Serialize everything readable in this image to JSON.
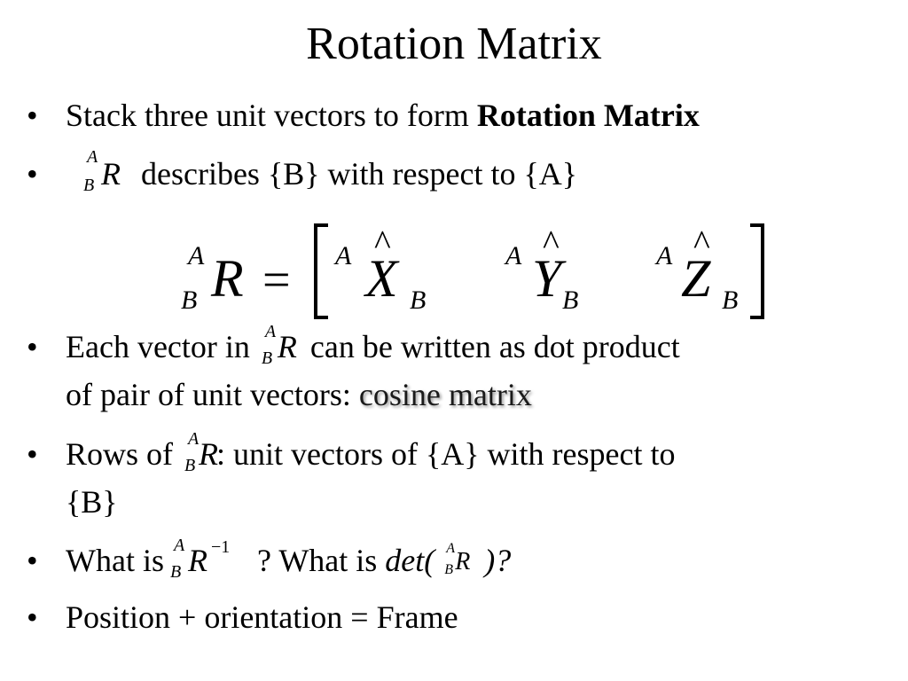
{
  "slide": {
    "title": "Rotation Matrix"
  },
  "bullets": {
    "marker": "•",
    "b1": {
      "text": "Stack three unit vectors to form ",
      "bold": "Rotation Matrix"
    },
    "b2": {
      "pre_sup": "A",
      "pre_sub": "B",
      "symbol": "R",
      "text": " describes {B} with respect to {A}"
    },
    "b3": {
      "line1_a": "Each vector in ",
      "pre_sup": "A",
      "pre_sub": "B",
      "symbol": "R",
      "line1_b": " can be written as dot product",
      "line2": "of pair of unit vectors: ",
      "highlight": "cosine matrix"
    },
    "b4": {
      "line1_a": "Rows of ",
      "pre_sup": "A",
      "pre_sub": "B",
      "symbol": "R",
      "line1_b": ": unit vectors of {A} with respect to",
      "line2": "{B}"
    },
    "b5": {
      "text_a": "What is ",
      "pre_sup": "A",
      "pre_sub": "B",
      "symbol": "R",
      "superscript": "−1",
      "text_b": "? What is ",
      "italic_a": "det( ",
      "pre_sup2": "A",
      "pre_sub2": "B",
      "symbol2": "R",
      "italic_b": " )?"
    },
    "b6": {
      "text": "Position + orientation = Frame"
    }
  },
  "equation": {
    "lhs_sup": "A",
    "lhs_sub": "B",
    "lhs_symbol": "R",
    "equals": "=",
    "hat": "^",
    "col1": {
      "sup": "A",
      "symbol": "X",
      "sub": "B"
    },
    "col2": {
      "sup": "A",
      "symbol": "Y",
      "sub": "B"
    },
    "col3": {
      "sup": "A",
      "symbol": "Z",
      "sub": "B"
    }
  }
}
